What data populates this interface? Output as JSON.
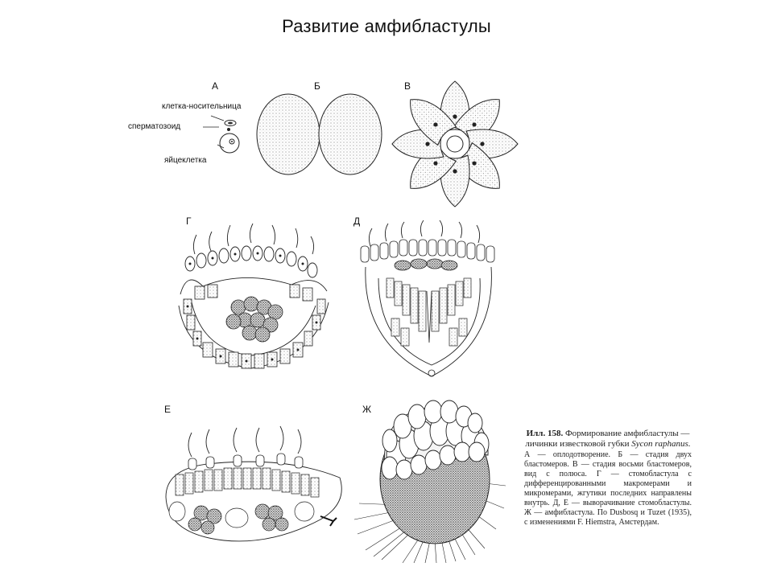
{
  "title": "Развитие амфибластулы",
  "stages": {
    "a": "А",
    "b": "Б",
    "v": "В",
    "g": "Г",
    "d": "Д",
    "e": "Е",
    "zh": "Ж"
  },
  "labels": {
    "carrier_cell": "клетка-носительница",
    "sperm": "сперматозоид",
    "egg": "яйцеклетка"
  },
  "caption": {
    "number": "Илл. 158.",
    "heading": "Формирование амфибластулы — личинки известковой губки",
    "species": "Sycon raphanus.",
    "body": "А — оплодотворение. Б — стадия двух бластомеров. В — стадия восьми бластомеров, вид с полюса. Г — стомобластула с дифференцированными макромерами и микромерами, жгутики последних направлены внутрь. Д, Е — выворачивание стомобластулы. Ж — амфибластула. По Dusbosq и Tuzet (1935), с изменениями F. Hiemstra, Амстердам."
  },
  "colors": {
    "ink": "#222222",
    "stipple": "#d9d9d9",
    "dark_cells": "#555555"
  }
}
